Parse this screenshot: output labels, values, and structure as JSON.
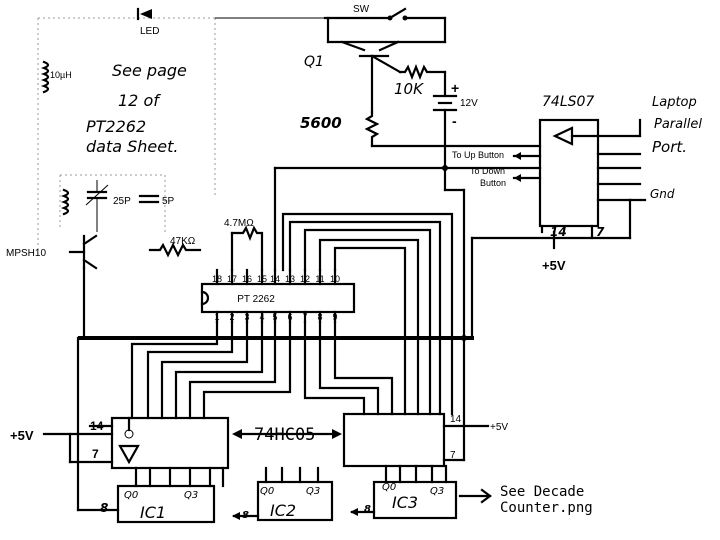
{
  "labels": {
    "led": "LED",
    "sw": "SW",
    "q1": "Q1",
    "r10k": "10K",
    "v12": "12V",
    "plus": "+",
    "minus": "-",
    "r5600": "5600",
    "inductor": "10µH",
    "note_line1": "See page",
    "note_line2": "12 of",
    "note_line3": "PT2262",
    "note_line4": "data Sheet.",
    "cap25": "25P",
    "cap5": "5P",
    "mpsh10": "MPSH10",
    "r47k": "47KΩ",
    "r47m": "4.7MΩ",
    "pt2262": "PT 2262",
    "ic74ls07": "74LS07",
    "laptop_line1": "Laptop",
    "laptop_line2": "Parallel",
    "laptop_line3": "Port.",
    "gnd": "Gnd",
    "to_up": "To Up Button",
    "to_down_line1": "To Down",
    "to_down_line2": "Button",
    "pin14_ls07": "14",
    "pin7_ls07": "7",
    "plus5v_ls07": "+5V",
    "plus5v_left": "+5V",
    "pin14_left": "14",
    "pin7_left": "7",
    "ic74hc05": "74HC05",
    "pin14_right": "14",
    "plus5v_right": "+5V",
    "pin7_right": "7",
    "ic1": "IC1",
    "ic2": "IC2",
    "ic3": "IC3",
    "q0": "Q0",
    "q3": "Q3",
    "b8": "8",
    "see_decade_line1": "See Decade",
    "see_decade_line2": "Counter.png"
  },
  "pt2262_pins_top": [
    "18",
    "17",
    "16",
    "15",
    "14",
    "13",
    "12",
    "11",
    "10"
  ],
  "pt2262_pins_bottom": [
    "1",
    "2",
    "3",
    "4",
    "5",
    "6",
    "7",
    "8",
    "9"
  ]
}
